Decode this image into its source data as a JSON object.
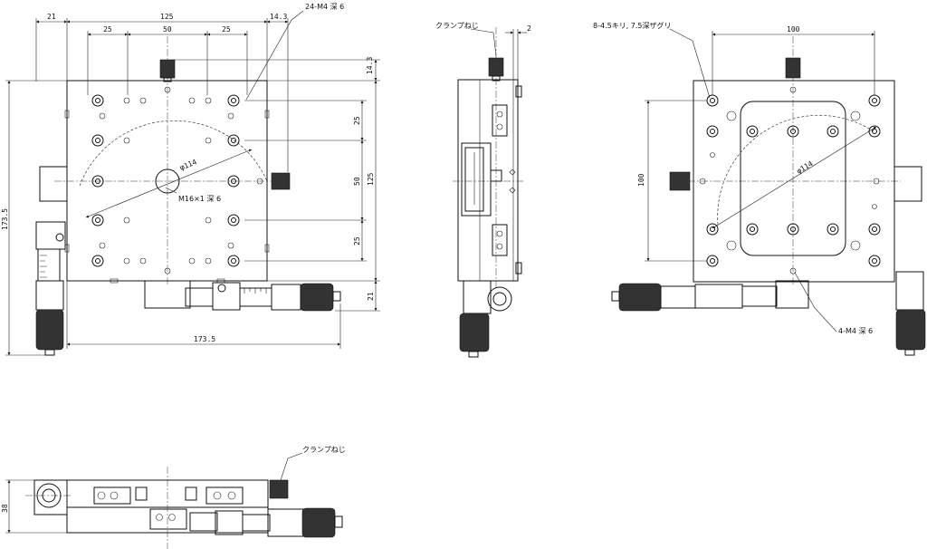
{
  "labels": {
    "tap_top": "24-M4 深 6",
    "tap_right": "4-M4 深 6",
    "counterbore": "8-4.5キリ, 7.5深ザグリ",
    "center_tap": "M16×1 深 6",
    "clamp_screw_1": "クランプねじ",
    "clamp_screw_2": "クランプねじ"
  },
  "dims": {
    "d21_top": "21",
    "d125_top": "125",
    "d14_3_top": "14.3",
    "d25_a": "25",
    "d50_a": "50",
    "d25_b": "25",
    "d14_3_right": "14.3",
    "d25_r1": "25",
    "d50_r": "50",
    "d125_r": "125",
    "d25_r2": "25",
    "d21_r": "21",
    "d173_5_left": "173.5",
    "d173_5_bottom": "173.5",
    "phi114_left": "φ114",
    "d2_side": "2",
    "d100_top": "100",
    "d100_left": "100",
    "phi114_right": "φ114",
    "d38": "38"
  },
  "colors": {
    "line": "#111111",
    "knurl": "#333333"
  }
}
